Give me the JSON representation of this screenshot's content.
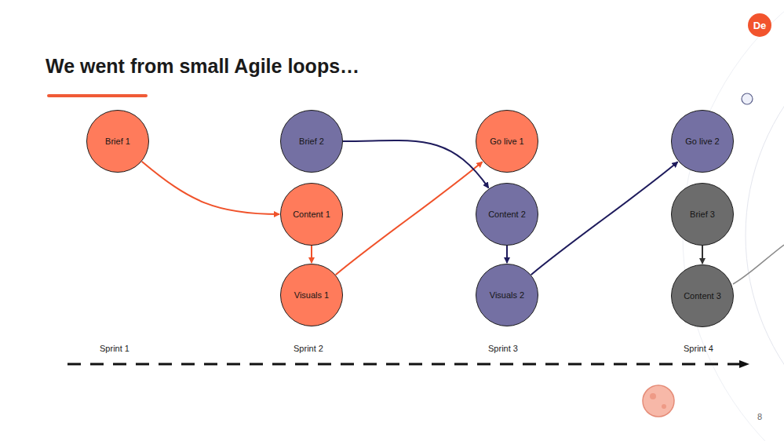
{
  "diagram": {
    "title": "We went from small Agile loops…",
    "nodes": [
      {
        "text": [
          "Brief 1"
        ]
      },
      {
        "text": [
          "Brief 2"
        ]
      },
      {
        "text": [
          "Content 1"
        ]
      },
      {
        "text": [
          "Visuals 1"
        ]
      },
      {
        "text": [
          "Go live 1"
        ]
      },
      {
        "text": [
          "Content 2"
        ]
      },
      {
        "text": [
          "Visuals 2"
        ]
      },
      {
        "text": [
          "Go live 2"
        ]
      },
      {
        "text": [
          "Brief 3"
        ]
      },
      {
        "text": [
          "Content 3"
        ]
      }
    ],
    "edges": [
      {
        "from": 0,
        "to": 2,
        "arrow": "to"
      },
      {
        "from": 2,
        "to": 3,
        "arrow": "to"
      },
      {
        "from": 3,
        "to": 4,
        "arrow": "to"
      },
      {
        "from": 1,
        "to": 5,
        "arrow": "to"
      },
      {
        "from": 5,
        "to": 6,
        "arrow": "to"
      },
      {
        "from": 6,
        "to": 7,
        "arrow": "to"
      },
      {
        "from": 8,
        "to": 9,
        "arrow": "to"
      }
    ],
    "labels": [
      "Sprint 1",
      "Sprint 2",
      "Sprint 3",
      "Sprint 4",
      "8",
      "De"
    ]
  }
}
